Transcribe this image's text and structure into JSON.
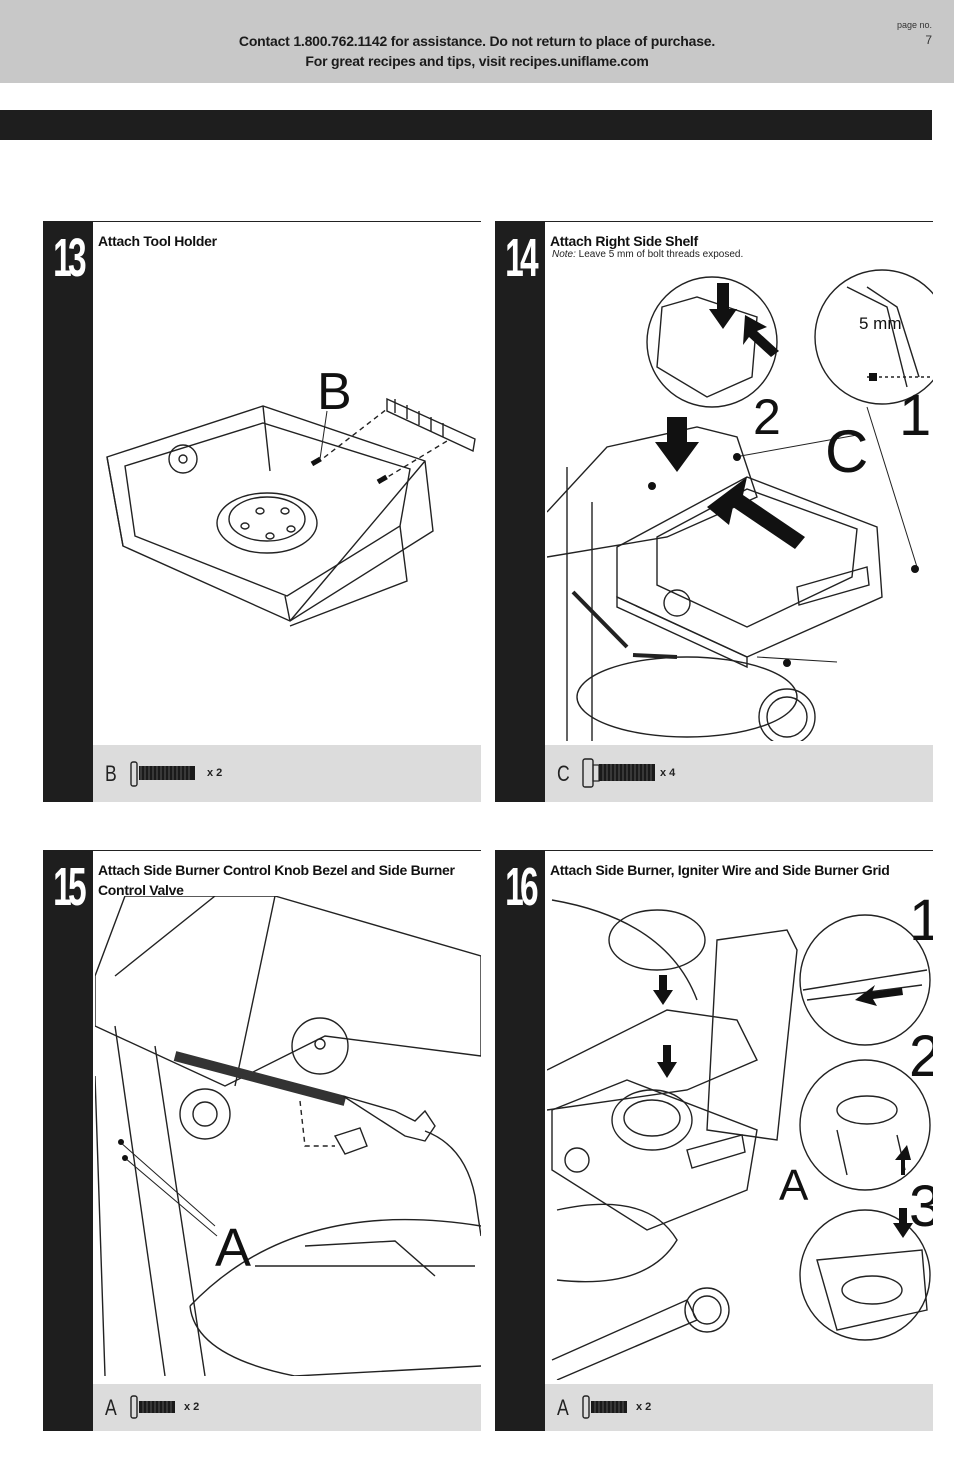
{
  "header": {
    "line1": "Contact 1.800.762.1142 for assistance. Do not return to place of purchase.",
    "line2": "For great recipes and tips, visit recipes.uniflame.com",
    "page_label": "page no.",
    "page_number": "7"
  },
  "steps": [
    {
      "number": "13",
      "title": "Attach Tool Holder",
      "callouts": [
        "B"
      ],
      "part": {
        "letter": "B",
        "qty": "x 2"
      }
    },
    {
      "number": "14",
      "title": "Attach Right Side Shelf",
      "note_label": "Note:",
      "note_text": " Leave 5 mm of bolt threads exposed.",
      "callouts": [
        "2",
        "C",
        "1",
        "5 mm"
      ],
      "part": {
        "letter": "C",
        "qty": "x 4"
      }
    },
    {
      "number": "15",
      "title": "Attach Side Burner Control Knob Bezel and Side Burner Control Valve",
      "callouts": [
        "A"
      ],
      "part": {
        "letter": "A",
        "qty": "x 2"
      }
    },
    {
      "number": "16",
      "title": "Attach Side Burner, Igniter Wire and Side Burner Grid",
      "callouts": [
        "1",
        "2",
        "3",
        "A"
      ],
      "part": {
        "letter": "A",
        "qty": "x 2"
      }
    }
  ]
}
